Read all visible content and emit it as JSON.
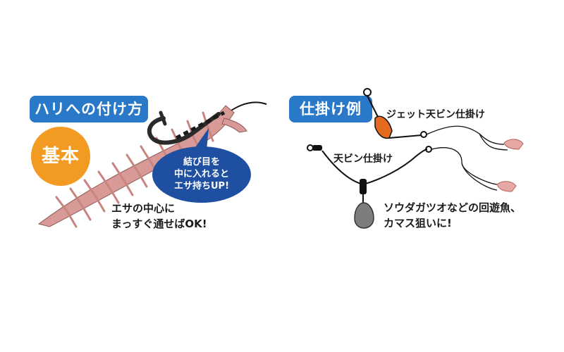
{
  "left_panel": {
    "title": "ハリへの付け方",
    "badge": "基本",
    "callout_lines": [
      "結び目を",
      "中に入れると",
      "エサ持ちUP!"
    ],
    "note_lines": [
      "エサの中心に",
      "まっすぐ通せばOK!"
    ],
    "bait_color": "#d89a96",
    "title_color": "#2a78c8",
    "badge_color": "#f39a22",
    "callout_color": "#1f4fa0"
  },
  "right_panel": {
    "title": "仕掛け例",
    "jet_label": "ジェット天ビン仕掛け",
    "tenbin_label": "天ビン仕掛け",
    "target_lines": [
      "ソウダガツオなどの回遊魚、",
      "カマス狙いに!"
    ],
    "float_color": "#e36a1e",
    "sinker_color": "#7d7d7d"
  }
}
